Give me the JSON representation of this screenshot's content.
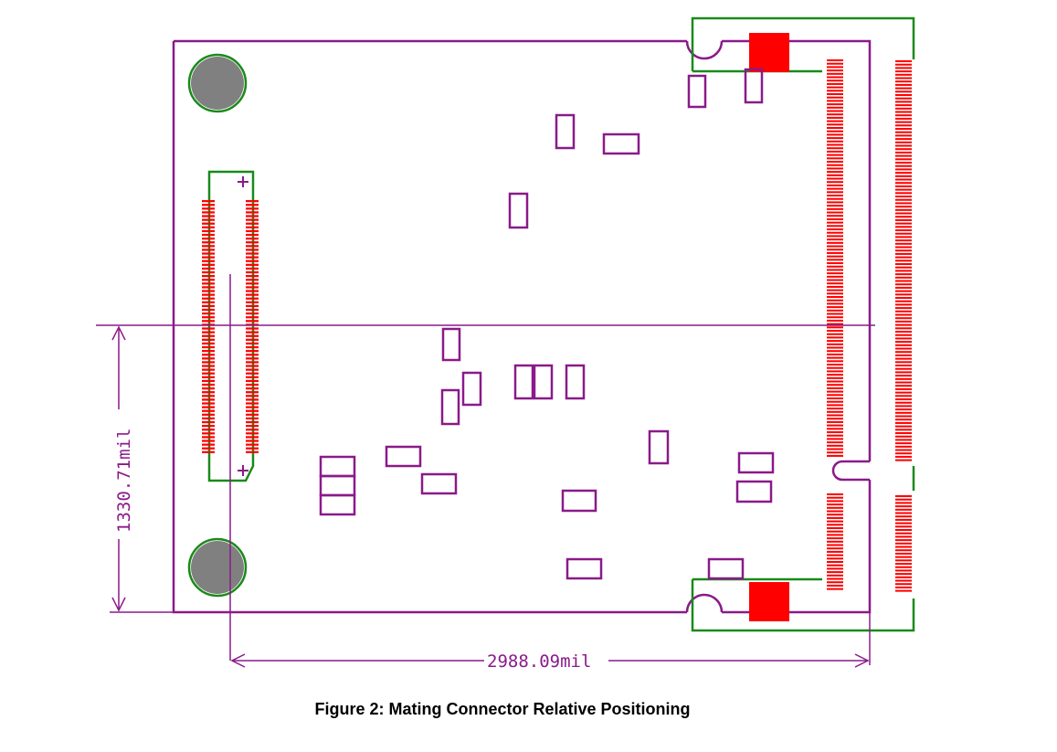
{
  "figure": {
    "caption": "Figure 2: Mating Connector Relative Positioning"
  },
  "dimensions": {
    "vertical_label": "1330.71mil",
    "horizontal_label": "2988.09mil"
  },
  "colors": {
    "outline": "#8a1a8a",
    "silkscreen": "#1a8a1a",
    "pad": "#ff0000",
    "hole": "#808080"
  }
}
